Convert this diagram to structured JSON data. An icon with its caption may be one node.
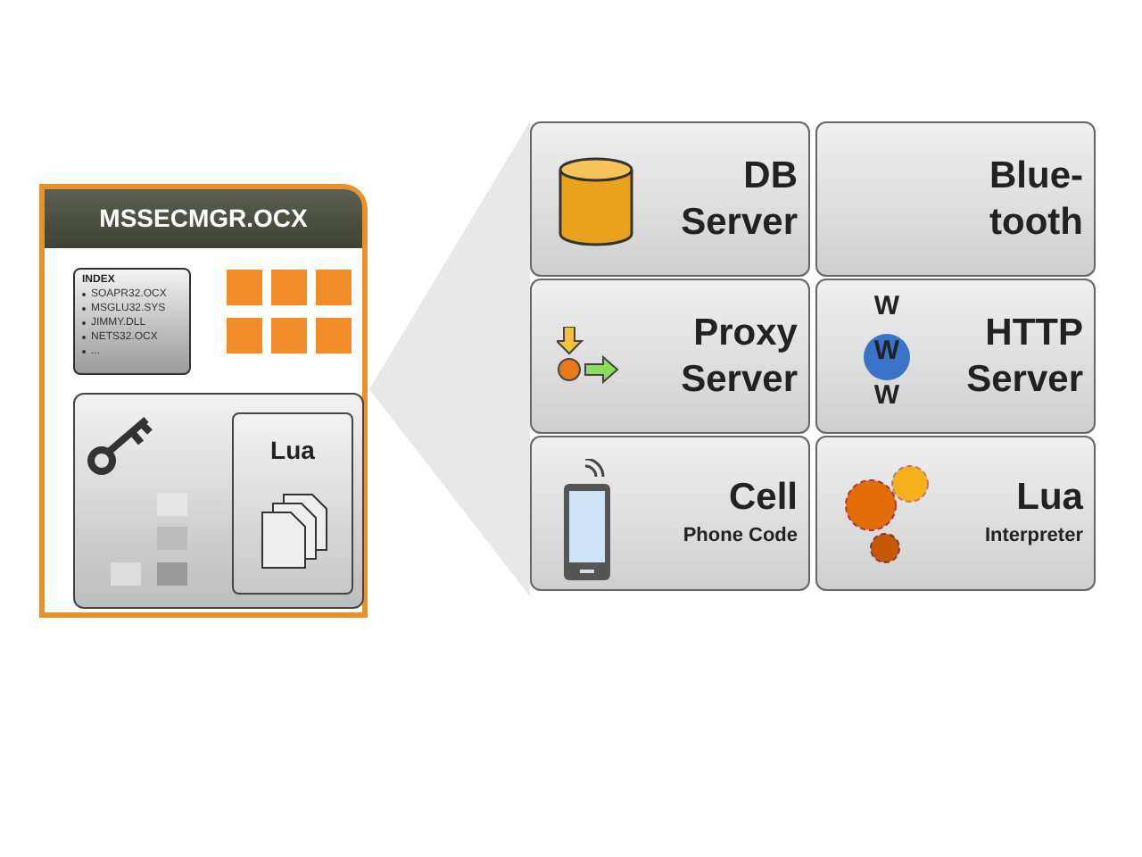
{
  "diagram": {
    "nodes": [
      {
        "text": [
          "MSSECMGR.OCX"
        ]
      },
      {
        "text": [
          "INDEX",
          "SOAPR32.OCX",
          "MSGLU32.SYS",
          "JIMMY.DLL",
          "NETS32.OCX",
          "..."
        ],
        "in": 0
      },
      {
        "text": [],
        "shape": "box",
        "in": 0
      },
      {
        "text": [
          "Lua"
        ],
        "in": 2
      },
      {
        "text": [
          "DB Server"
        ]
      },
      {
        "text": [
          "Blue-tooth"
        ]
      },
      {
        "text": [
          "Proxy Server"
        ]
      },
      {
        "text": [
          "HTTP Server"
        ]
      },
      {
        "text": [
          "Cell",
          "Phone Code"
        ]
      },
      {
        "text": [
          "Lua",
          "Interpreter"
        ]
      },
      {
        "text": [],
        "shape": "triangle"
      }
    ],
    "labels": [
      "W",
      "W",
      "W"
    ]
  }
}
